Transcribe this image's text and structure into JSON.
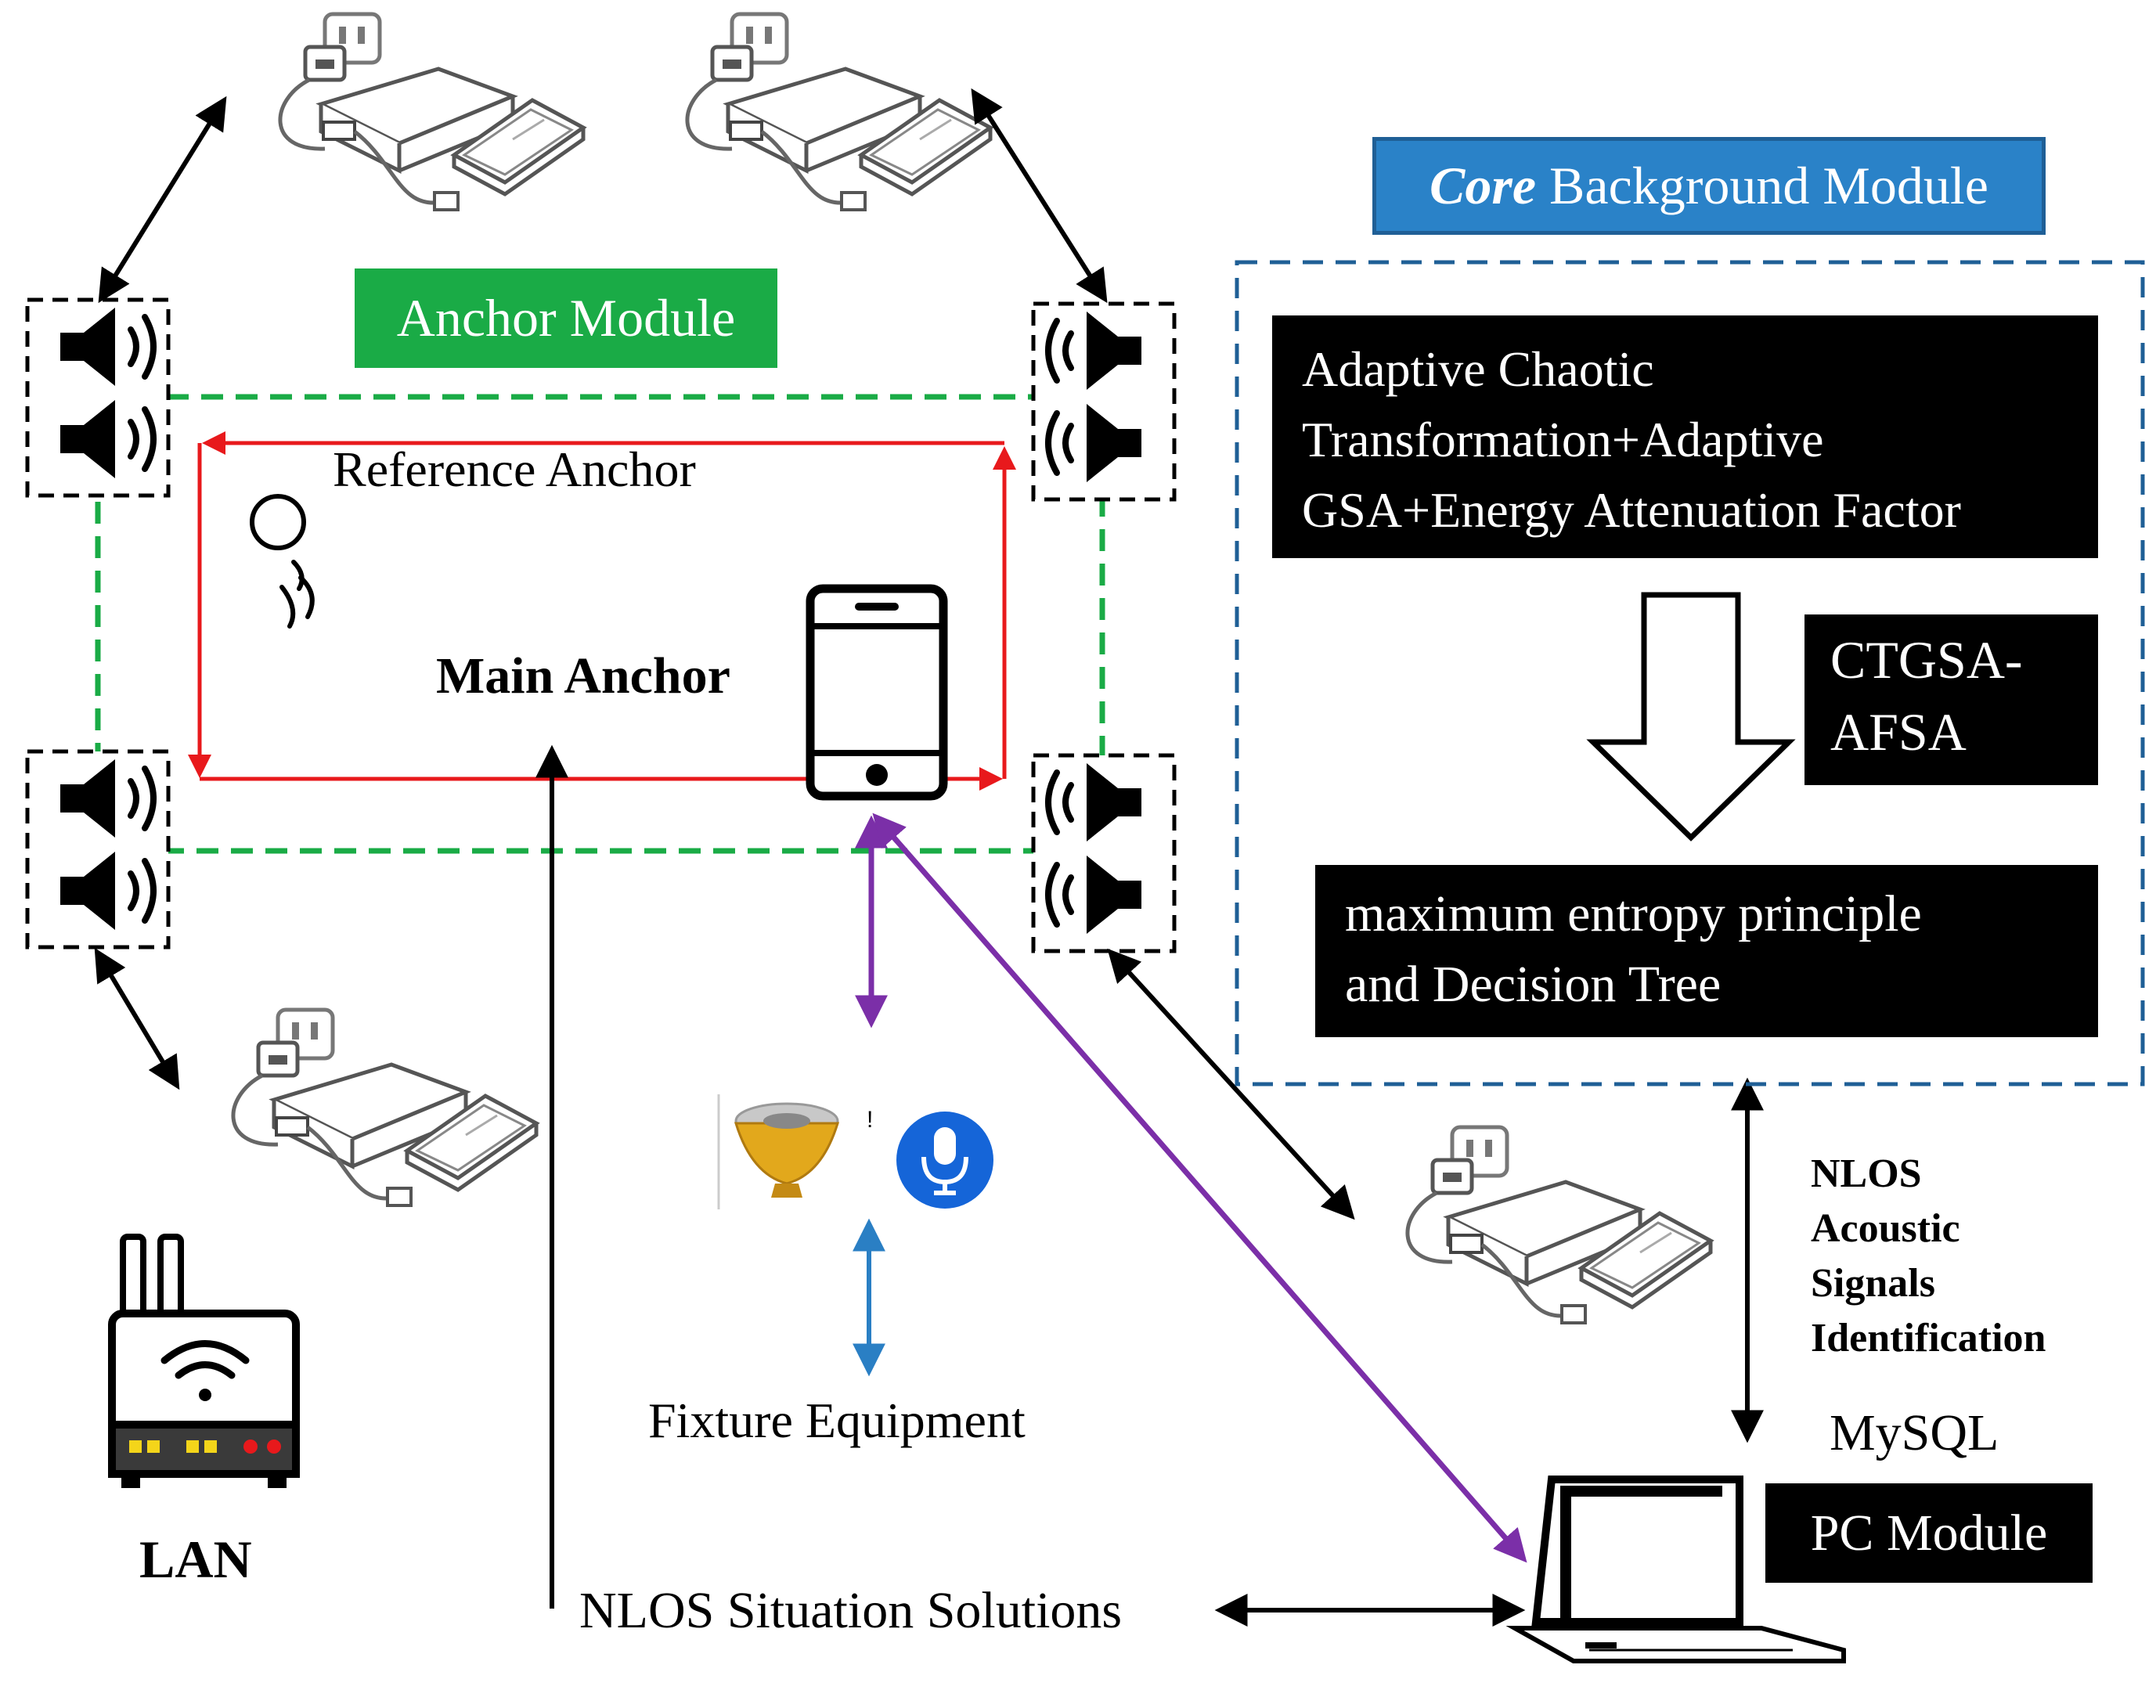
{
  "anchor_module": {
    "label": "Anchor Module",
    "color": "#1aab46"
  },
  "core_module": {
    "italic_part": "Core",
    "rest": " Background Module",
    "color": "#2a82c8",
    "border": "#1f5f96"
  },
  "reference_anchor": {
    "label": "Reference Anchor"
  },
  "main_anchor": {
    "label": "Main Anchor"
  },
  "algorithm_box": {
    "lines": [
      "Adaptive Chaotic",
      "Transformation+Adaptive",
      "GSA+Energy Attenuation Factor"
    ]
  },
  "ctgsa_box": {
    "lines": [
      "CTGSA-",
      "AFSA"
    ]
  },
  "entropy_box": {
    "lines": [
      "maximum entropy principle",
      "and Decision Tree"
    ]
  },
  "nlos_identification": {
    "lines": [
      "NLOS",
      "Acoustic",
      "Signals",
      "Identification"
    ]
  },
  "mysql": {
    "label": "MySQL"
  },
  "pc_module": {
    "label": "PC Module"
  },
  "fixture": {
    "label": "Fixture Equipment"
  },
  "nlos_solutions": {
    "label": "NLOS Situation Solutions"
  },
  "lan": {
    "label": "LAN"
  },
  "colors": {
    "red": "#e8191c",
    "green": "#1aab46",
    "purple": "#7b2fa8",
    "blue": "#2a7fc4"
  }
}
